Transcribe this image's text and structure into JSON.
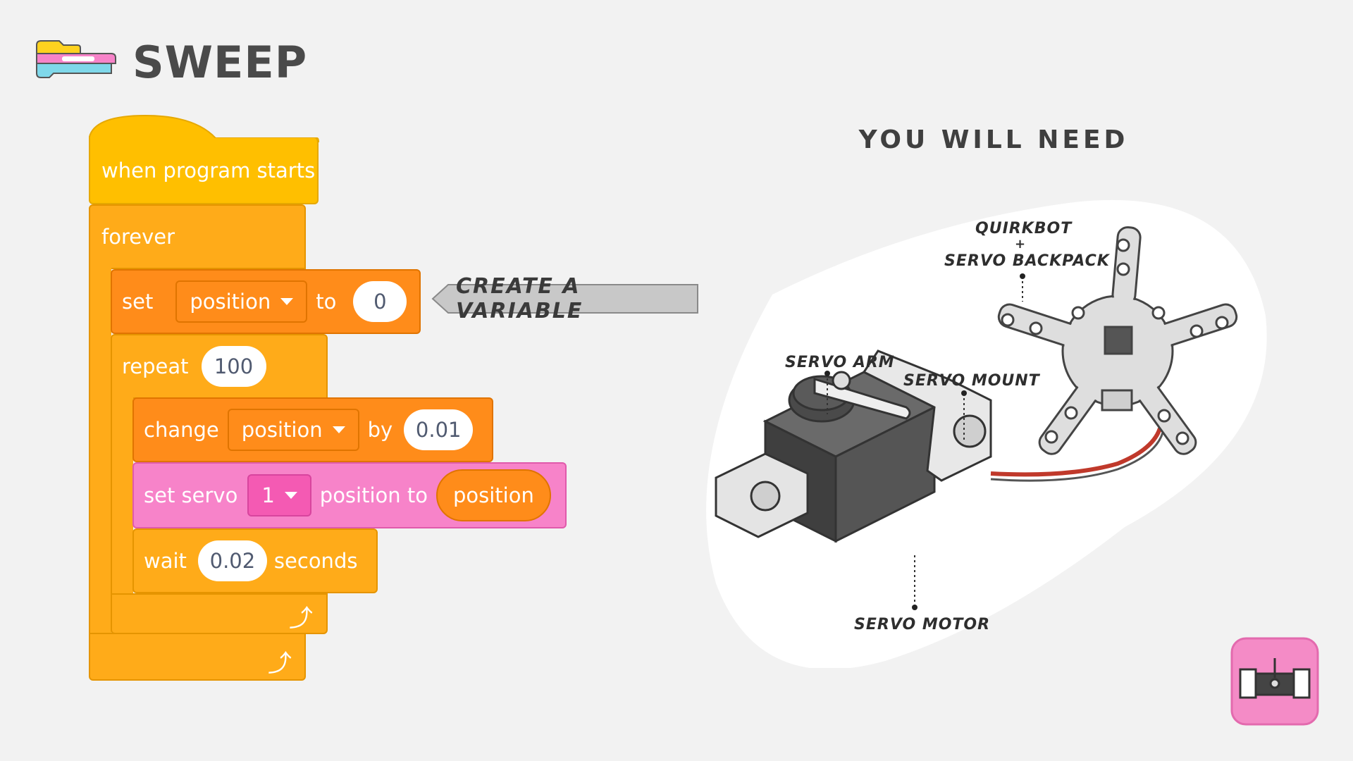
{
  "header": {
    "title": "SWEEP",
    "logo_icon": "code-blocks-icon"
  },
  "blocks": {
    "when_program_starts": "when program starts",
    "forever": "forever",
    "set": {
      "label": "set",
      "variable": "position",
      "to_label": "to",
      "value": "0"
    },
    "repeat": {
      "label": "repeat",
      "count": "100"
    },
    "change": {
      "label": "change",
      "variable": "position",
      "by_label": "by",
      "value": "0.01"
    },
    "set_servo": {
      "label": "set servo",
      "servo": "1",
      "position_label": "position to",
      "value_variable": "position"
    },
    "wait": {
      "label": "wait",
      "value": "0.02",
      "unit": "seconds"
    }
  },
  "callout": {
    "text": "CREATE A VARIABLE"
  },
  "you_will_need": {
    "heading": "YOU WILL NEED",
    "labels": {
      "quirkbot": "QUIRKBOT",
      "plus": "+",
      "backpack": "SERVO BACKPACK",
      "servo_arm": "SERVO ARM",
      "servo_mount": "SERVO MOUNT",
      "servo_motor": "SERVO MOTOR"
    }
  },
  "corner_icon": "servo-icon",
  "colors": {
    "event": "#ffbf00",
    "control": "#ffab19",
    "variables": "#ff8c1a",
    "servo": "#f783c9",
    "background": "#f2f2f2"
  }
}
